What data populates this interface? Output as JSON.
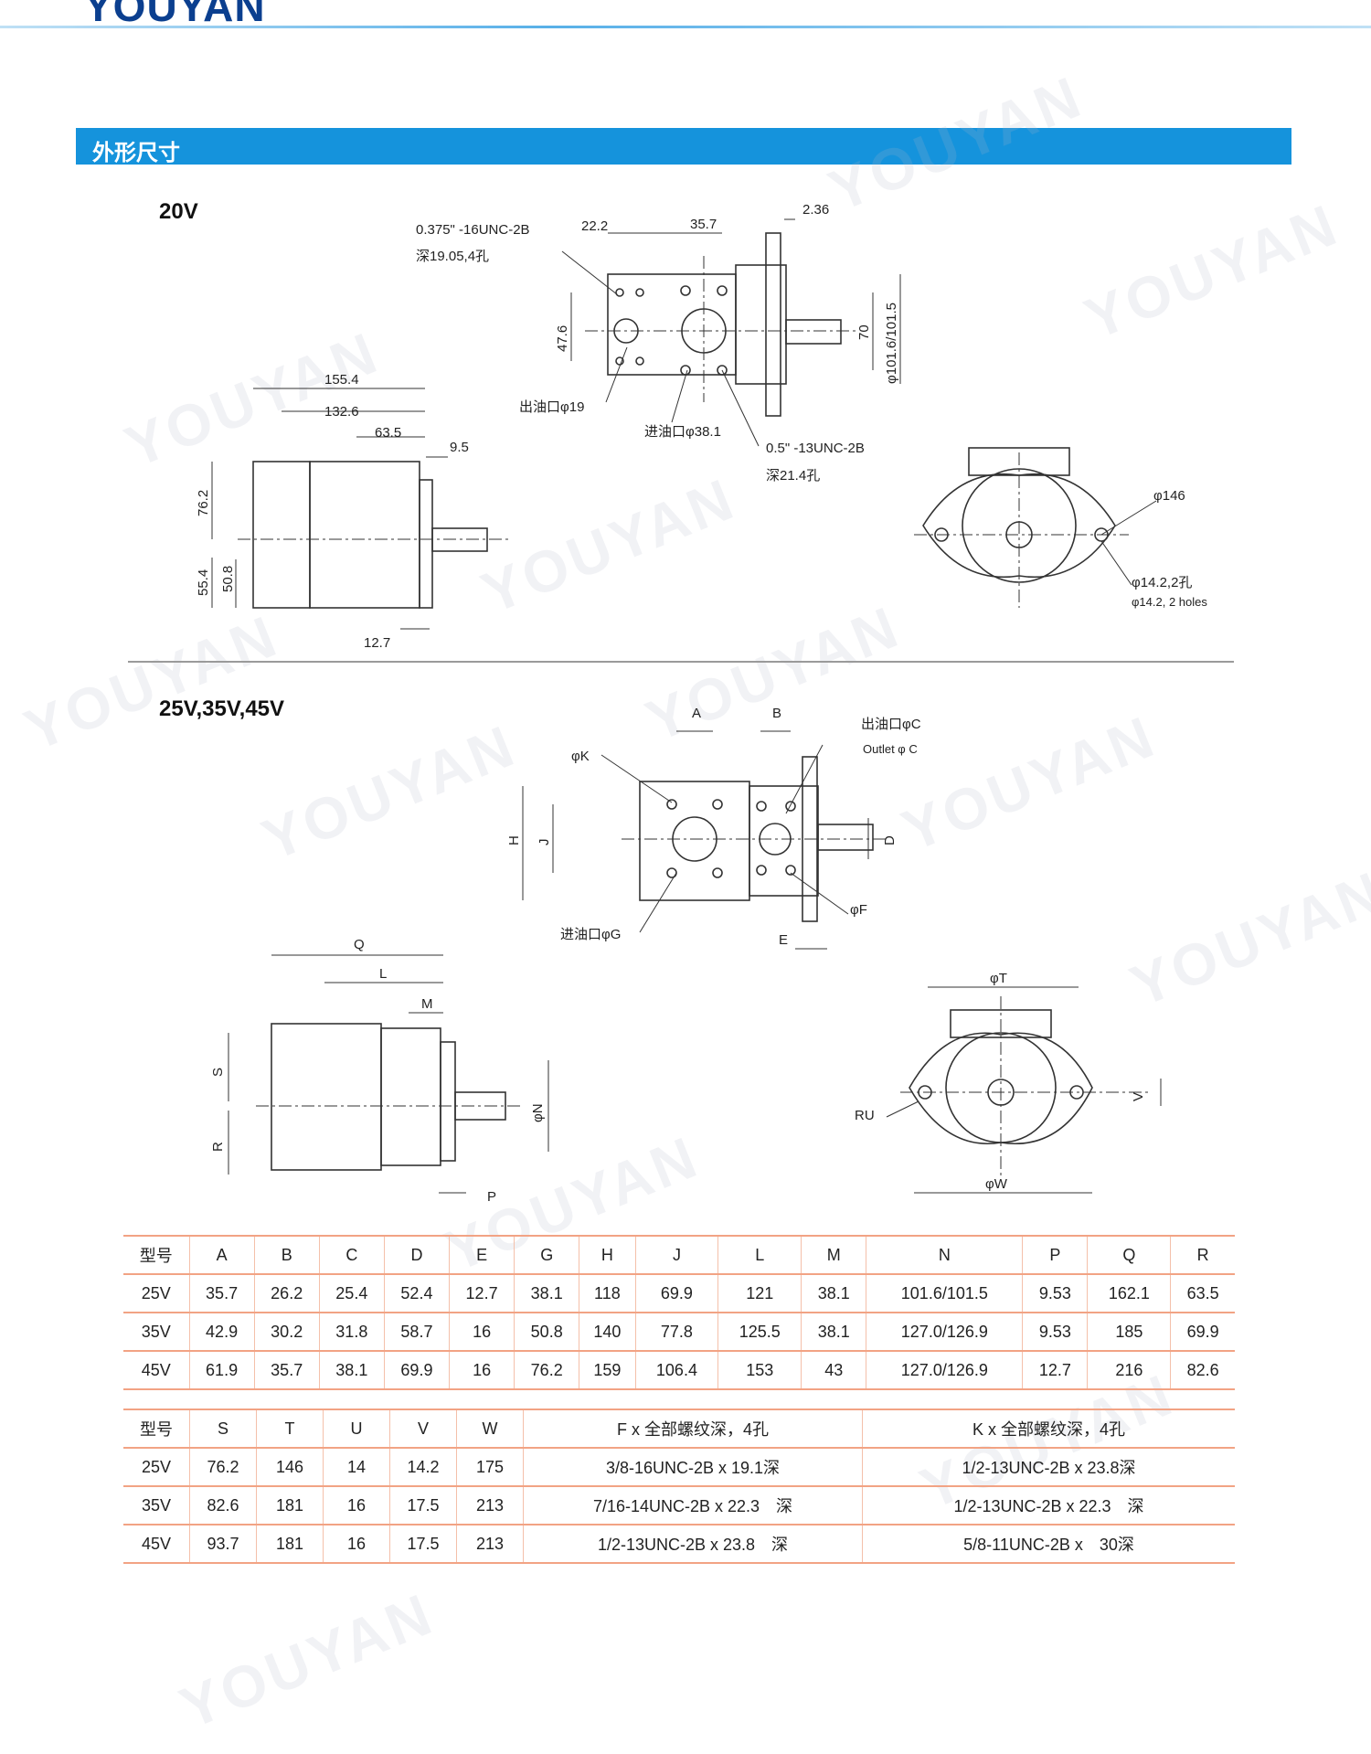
{
  "brand": {
    "logo_text": "YOUYAN",
    "watermark": "YOUYAN"
  },
  "section": {
    "title": "外形尺寸"
  },
  "model_20v": {
    "label": "20V",
    "dims": {
      "thread_top": "0.375\" -16UNC-2B",
      "thread_top_depth": "深19.05,4孔",
      "d_22_2": "22.2",
      "d_35_7": "35.7",
      "d_2_36": "2.36",
      "d_47_6": "47.6",
      "d_70": "70",
      "d_101_6": "φ101.6/101.5",
      "outlet": "出油口φ19",
      "inlet": "进油口φ38.1",
      "thread_mid": "0.5\" -13UNC-2B",
      "thread_mid_depth": "深21.4孔",
      "d_155_4": "155.4",
      "d_132_6": "132.6",
      "d_63_5": "63.5",
      "d_9_5": "9.5",
      "d_76_2": "76.2",
      "d_55_4": "55.4",
      "d_50_8": "50.8",
      "d_12_7": "12.7",
      "d_146": "φ146",
      "holes_cn": "φ14.2,2孔",
      "holes_en": "φ14.2, 2 holes"
    }
  },
  "model_25v": {
    "label": "25V,35V,45V",
    "dims": {
      "A": "A",
      "B": "B",
      "K": "φK",
      "C": "出油口φC",
      "C_en": "Outlet φ C",
      "H": "H",
      "J": "J",
      "D": "D",
      "F": "φF",
      "E": "E",
      "G": "进油口φG",
      "Q": "Q",
      "L": "L",
      "M": "M",
      "S": "S",
      "R": "R",
      "N": "φN",
      "P": "P",
      "T": "φT",
      "U": "RU",
      "V": "V",
      "W": "φW"
    }
  },
  "table1": {
    "headers": [
      "型号",
      "A",
      "B",
      "C",
      "D",
      "E",
      "G",
      "H",
      "J",
      "L",
      "M",
      "N",
      "P",
      "Q",
      "R"
    ],
    "rows": [
      [
        "25V",
        "35.7",
        "26.2",
        "25.4",
        "52.4",
        "12.7",
        "38.1",
        "118",
        "69.9",
        "121",
        "38.1",
        "101.6/101.5",
        "9.53",
        "162.1",
        "63.5"
      ],
      [
        "35V",
        "42.9",
        "30.2",
        "31.8",
        "58.7",
        "16",
        "50.8",
        "140",
        "77.8",
        "125.5",
        "38.1",
        "127.0/126.9",
        "9.53",
        "185",
        "69.9"
      ],
      [
        "45V",
        "61.9",
        "35.7",
        "38.1",
        "69.9",
        "16",
        "76.2",
        "159",
        "106.4",
        "153",
        "43",
        "127.0/126.9",
        "12.7",
        "216",
        "82.6"
      ]
    ]
  },
  "table2": {
    "headers": [
      "型号",
      "S",
      "T",
      "U",
      "V",
      "W",
      "F x 全部螺纹深，4孔",
      "K x 全部螺纹深，4孔"
    ],
    "rows": [
      [
        "25V",
        "76.2",
        "146",
        "14",
        "14.2",
        "175",
        "3/8-16UNC-2B x 19.1深",
        "1/2-13UNC-2B x 23.8深"
      ],
      [
        "35V",
        "82.6",
        "181",
        "16",
        "17.5",
        "213",
        "7/16-14UNC-2B x 22.3　深",
        "1/2-13UNC-2B x 22.3　深"
      ],
      [
        "45V",
        "93.7",
        "181",
        "16",
        "17.5",
        "213",
        "1/2-13UNC-2B x 23.8　深",
        "5/8-11UNC-2B x　30深"
      ]
    ]
  }
}
